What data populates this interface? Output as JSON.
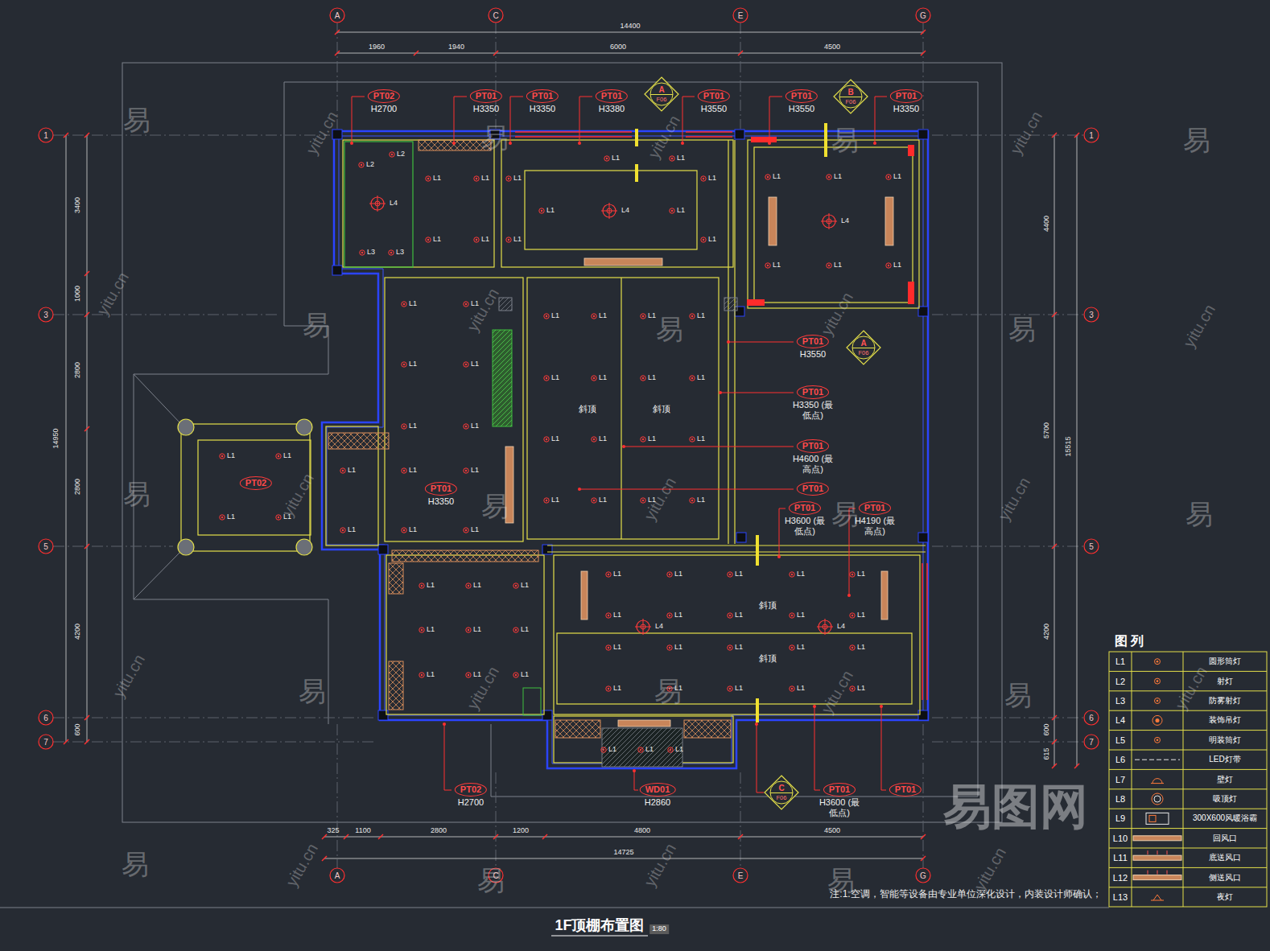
{
  "diagram": {
    "title": "1F顶棚布置图",
    "nodes": [
      {
        "text": [
          "PT02",
          "H2700"
        ]
      },
      {
        "text": [
          "PT01",
          "H3350"
        ]
      },
      {
        "text": [
          "PT01",
          "H3350"
        ]
      },
      {
        "text": [
          "PT01",
          "H3380"
        ]
      },
      {
        "text": [
          "A",
          "F06"
        ]
      },
      {
        "text": [
          "PT01",
          "H3550"
        ]
      },
      {
        "text": [
          "PT01",
          "H3550"
        ]
      },
      {
        "text": [
          "B",
          "F06"
        ]
      },
      {
        "text": [
          "PT01",
          "H3350"
        ]
      },
      {
        "text": [
          "PT01",
          "H3550"
        ]
      },
      {
        "text": [
          "A",
          "F06"
        ]
      },
      {
        "text": [
          "PT01",
          "H3350 (最低点)"
        ]
      },
      {
        "text": [
          "PT01",
          "H4600 (最高点)"
        ]
      },
      {
        "text": [
          "PT02"
        ]
      },
      {
        "text": [
          "PT01",
          "H3350"
        ]
      },
      {
        "text": [
          "PT01"
        ]
      },
      {
        "text": [
          "PT01",
          "H3600 (最低点)"
        ]
      },
      {
        "text": [
          "PT01",
          "H4190 (最高点)"
        ]
      },
      {
        "text": [
          "PT02",
          "H2700"
        ]
      },
      {
        "text": [
          "WD01",
          "H2860"
        ]
      },
      {
        "text": [
          "C",
          "F06"
        ]
      },
      {
        "text": [
          "PT01",
          "H3600 (最低点)"
        ]
      },
      {
        "text": [
          "PT01"
        ]
      }
    ],
    "labels": [
      "A",
      "C",
      "E",
      "G",
      "A",
      "C",
      "E",
      "G",
      "1",
      "3",
      "5",
      "6",
      "7",
      "1",
      "3",
      "5",
      "6",
      "7",
      "14400",
      "1960",
      "1940",
      "6000",
      "4500",
      "325",
      "1100",
      "2800",
      "1200",
      "4800",
      "4500",
      "14725",
      "3400",
      "1000",
      "2800",
      "2800",
      "4200",
      "600",
      "14950",
      "4400",
      "5700",
      "4200",
      "600",
      "615",
      "15515",
      "斜顶",
      "斜顶",
      "斜顶",
      "斜顶",
      "L2",
      "L2",
      "L4",
      "L3",
      "L3",
      "L1",
      "L1",
      "L1",
      "L1",
      "L1",
      "L1",
      "L1",
      "L1",
      "L1",
      "L1",
      "L1",
      "L1",
      "L4",
      "L1",
      "L1",
      "L1",
      "L1",
      "L1",
      "L1",
      "L4",
      "L1",
      "L1",
      "L1",
      "L1",
      "L1",
      "L1",
      "L1",
      "L1",
      "L1",
      "L1",
      "L1",
      "L1",
      "L1",
      "L1",
      "L1",
      "L1",
      "L1",
      "L1",
      "L1",
      "L1",
      "L1",
      "L1",
      "L1",
      "L1",
      "L1",
      "L1",
      "L1",
      "L1",
      "L1",
      "L1",
      "L1",
      "L1",
      "L1",
      "L1",
      "L1",
      "L1",
      "L1",
      "L1",
      "L1",
      "L1",
      "L1",
      "L1",
      "L1",
      "L1",
      "L1",
      "L1",
      "L1",
      "L1",
      "L1",
      "L1",
      "L1",
      "L1",
      "L1",
      "L1",
      "L1",
      "L1",
      "L1",
      "L1",
      "L1",
      "L1",
      "L1",
      "L4",
      "L4",
      "L1",
      "L1",
      "L1",
      "L1",
      "L2",
      "L3",
      "L4",
      "L5",
      "L6",
      "L7",
      "L8",
      "L9",
      "L10",
      "L11",
      "L12",
      "L13",
      "图 列",
      "注:1.空调，智能等设备由专业单位深化设计，内装设计师确认；",
      "1:80",
      "易",
      "易",
      "易",
      "易",
      "易",
      "易",
      "易",
      "易",
      "易",
      "易",
      "易",
      "易",
      "易",
      "易",
      "易",
      "易",
      "易",
      "yitu.cn",
      "yitu.cn",
      "yitu.cn",
      "yitu.cn",
      "yitu.cn",
      "yitu.cn",
      "yitu.cn",
      "yitu.cn",
      "yitu.cn",
      "yitu.cn",
      "yitu.cn",
      "yitu.cn",
      "yitu.cn",
      "yitu.cn",
      "yitu.cn",
      "yitu.cn",
      "yitu.cn",
      "易图网"
    ],
    "legend": [
      {
        "text": "圆形筒灯"
      },
      {
        "text": "射灯"
      },
      {
        "text": "防雾射灯"
      },
      {
        "text": "装饰吊灯"
      },
      {
        "text": "明装筒灯"
      },
      {
        "text": "LED灯带"
      },
      {
        "text": "壁灯"
      },
      {
        "text": "吸顶灯"
      },
      {
        "text": "300X600风暖浴霸"
      },
      {
        "text": "回风口"
      },
      {
        "text": "底送风口"
      },
      {
        "text": "侧送风口"
      },
      {
        "text": "夜灯"
      }
    ]
  }
}
